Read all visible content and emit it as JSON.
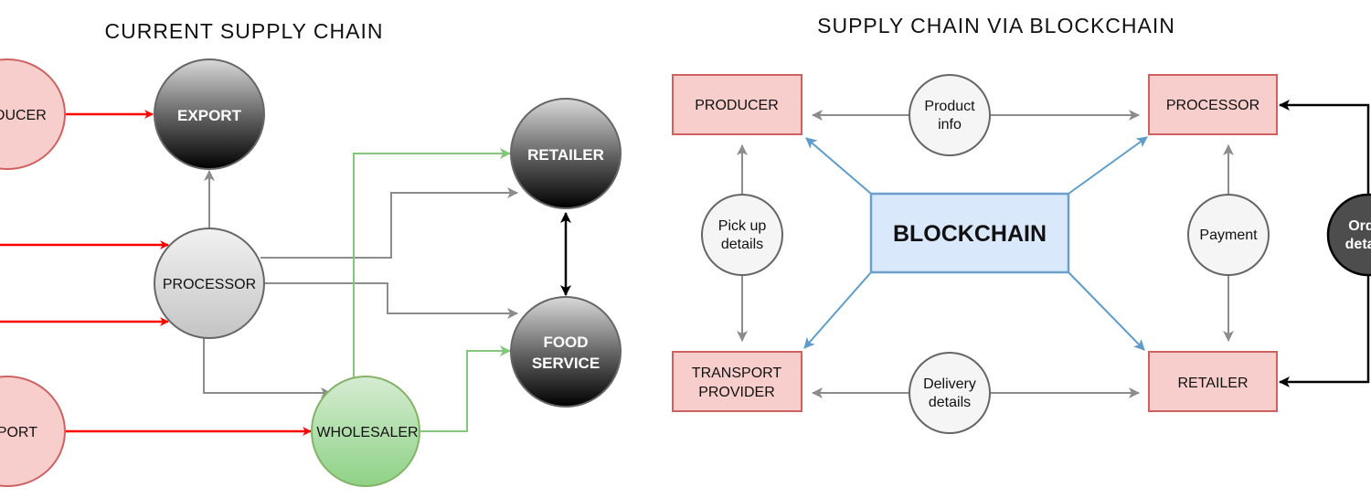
{
  "left": {
    "title": "CURRENT SUPPLY CHAIN",
    "nodes": {
      "producer": "PRODUCER",
      "import": "IMPORT",
      "export": "EXPORT",
      "processor": "PROCESSOR",
      "retailer": "RETAILER",
      "food_service_1": "FOOD",
      "food_service_2": "SERVICE",
      "wholesaler": "WHOLESALER"
    }
  },
  "right": {
    "title": "SUPPLY CHAIN VIA BLOCKCHAIN",
    "center": "BLOCKCHAIN",
    "boxes": {
      "producer": "PRODUCER",
      "processor": "PROCESSOR",
      "transport_1": "TRANSPORT",
      "transport_2": "PROVIDER",
      "retailer": "RETAILER"
    },
    "flows": {
      "product_info_1": "Product",
      "product_info_2": "info",
      "pickup_1": "Pick up",
      "pickup_2": "details",
      "payment": "Payment",
      "delivery_1": "Delivery",
      "delivery_2": "details",
      "order_1": "Order",
      "order_2": "details"
    }
  },
  "colors": {
    "red_flow": "#ff0000",
    "gray_flow": "#8c8c8c",
    "green_flow": "#82c77a",
    "blue_flow": "#5d9ccb",
    "pink_fill": "#f8cecc",
    "pink_stroke": "#d06161",
    "blockchain_fill": "#dae8fc"
  }
}
